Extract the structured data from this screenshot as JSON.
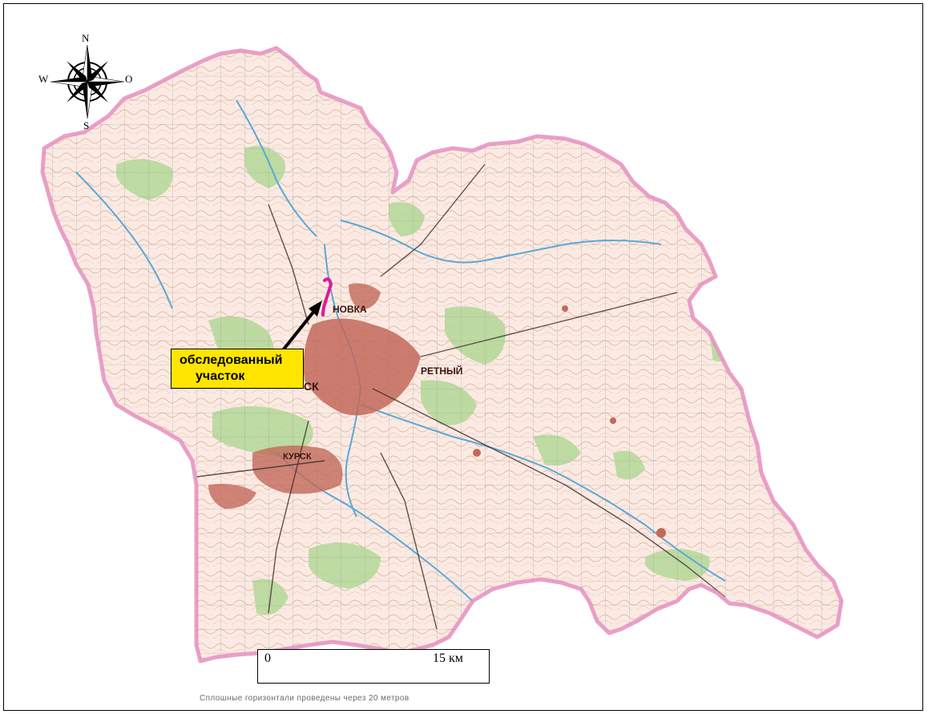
{
  "map": {
    "compass": {
      "north": "N",
      "south": "S",
      "west": "W",
      "east": "O"
    },
    "callout": {
      "line1": "обследованный",
      "line2": "участок"
    },
    "scale_bar": {
      "start_label": "0",
      "end_label": "15 км"
    },
    "note": "Сплошные горизонтали проведены через 20 метров",
    "colors": {
      "background": "#fbeae3",
      "border": "#e58fbf",
      "forest": "#b6d99a",
      "urban": "#c2695a",
      "water": "#5aa8d8",
      "contour": "#c98d62",
      "road": "#3a2a28",
      "site_marker": "#e0189a",
      "callout_fill": "#ffe500"
    },
    "place_labels": [
      "СК",
      "НОВКА",
      "КУРСК",
      "РЕТНЫЙ"
    ]
  }
}
